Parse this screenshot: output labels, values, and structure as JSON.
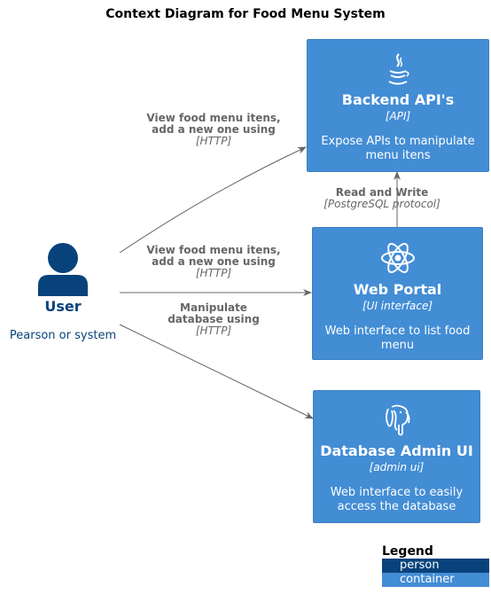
{
  "diagram": {
    "title": "Context Diagram for Food Menu System",
    "person": {
      "name": "User",
      "description": "Pearson or system",
      "color": "#08427b"
    },
    "containers": {
      "backend": {
        "name": "Backend API's",
        "technology": "[API]",
        "description": "Expose APIs to manipulate menu itens",
        "icon": "java-icon"
      },
      "web_portal": {
        "name": "Web Portal",
        "technology": "[UI interface]",
        "description": "Web interface to list food menu",
        "icon": "react-icon"
      },
      "db_admin": {
        "name": "Database Admin UI",
        "technology": "[admin ui]",
        "description": "Web interface to easily access the database",
        "icon": "postgresql-icon"
      },
      "color": "#438dd5"
    },
    "relations": {
      "user_to_backend": {
        "label": "View food menu itens, add a new one using",
        "protocol": "[HTTP]"
      },
      "user_to_web_portal": {
        "label": "View food menu itens, add a new one using",
        "protocol": "[HTTP]"
      },
      "user_to_db_admin": {
        "label": "Manipulate database using",
        "protocol": "[HTTP]"
      },
      "web_portal_to_backend": {
        "label": "Read and Write",
        "protocol": "[PostgreSQL protocol]"
      }
    },
    "legend": {
      "title": "Legend",
      "items": [
        "person",
        "container"
      ]
    }
  }
}
